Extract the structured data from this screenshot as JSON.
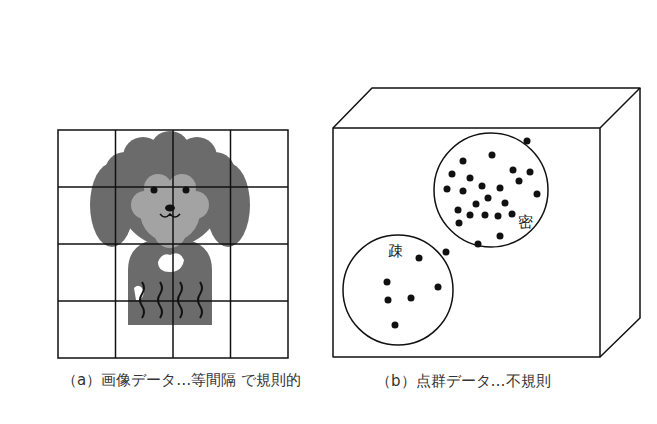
{
  "diagram": {
    "nodes": [
      {
        "text": [
          "疎"
        ]
      },
      {
        "text": [
          "密"
        ]
      }
    ],
    "labels": [
      "（a）画像データ…等間隔 で規則的",
      "（b）点群データ…不規則"
    ]
  }
}
